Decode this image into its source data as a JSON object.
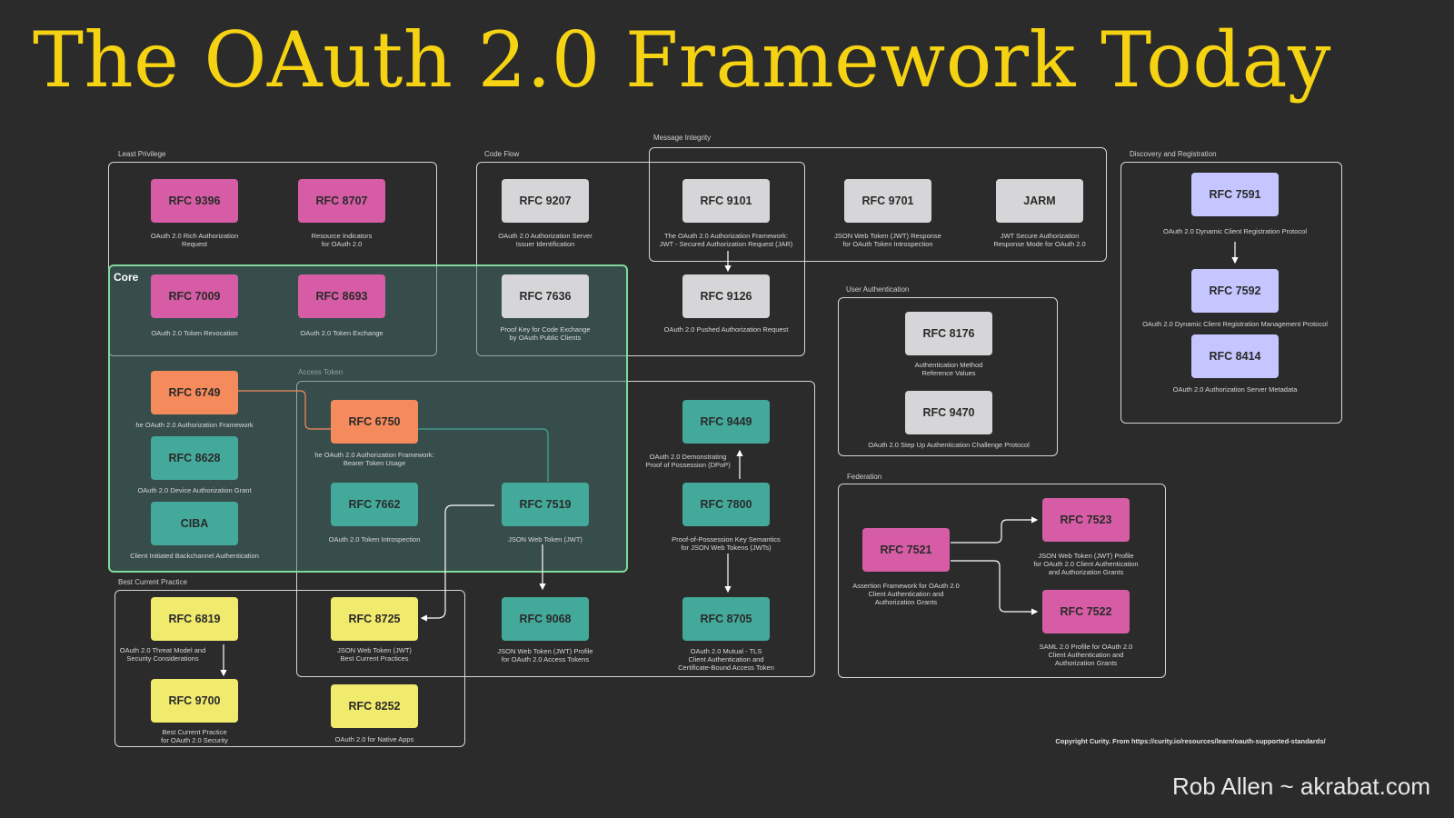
{
  "title": "The OAuth 2.0 Framework Today",
  "groups": {
    "least_privilege": "Least Privilege",
    "code_flow": "Code Flow",
    "message_integrity": "Message Integrity",
    "discovery": "Discovery and Registration",
    "core": "Core",
    "user_auth": "User Authentication",
    "access_token": "Access Token",
    "federation": "Federation",
    "bcp": "Best Current Practice"
  },
  "nodes": {
    "rfc9396": {
      "label": "RFC 9396",
      "desc": [
        "OAuth 2.0 Rich Authorization",
        "Request"
      ]
    },
    "rfc8707": {
      "label": "RFC 8707",
      "desc": [
        "Resource Indicators",
        "for OAuth 2.0"
      ]
    },
    "rfc7009": {
      "label": "RFC 7009",
      "desc": [
        "OAuth 2.0 Token Revocation"
      ]
    },
    "rfc8693": {
      "label": "RFC 8693",
      "desc": [
        "OAuth 2.0 Token Exchange"
      ]
    },
    "rfc9207": {
      "label": "RFC 9207",
      "desc": [
        "OAuth 2.0 Authorization Server",
        "Issuer Identification"
      ]
    },
    "rfc9101": {
      "label": "RFC 9101",
      "desc": [
        "The OAuth 2.0 Authorization Framework:",
        "JWT - Secured Authorization Request (JAR)"
      ]
    },
    "rfc9701": {
      "label": "RFC 9701",
      "desc": [
        "JSON Web Token (JWT) Response",
        "for OAuth Token Introspection"
      ]
    },
    "jarm": {
      "label": "JARM",
      "desc": [
        "JWT Secure Authorization",
        "Response Mode for OAuth 2.0"
      ]
    },
    "rfc7636": {
      "label": "RFC 7636",
      "desc": [
        "Proof Key for Code Exchange",
        "by OAuth Public Clients"
      ]
    },
    "rfc9126": {
      "label": "RFC 9126",
      "desc": [
        "OAuth 2.0 Pushed Authorization Request"
      ]
    },
    "rfc7591": {
      "label": "RFC 7591",
      "desc": [
        "OAuth 2.0 Dynamic Client Registration Protocol"
      ]
    },
    "rfc7592": {
      "label": "RFC 7592",
      "desc": [
        "OAuth 2.0 Dynamic Client Registration Management Protocol"
      ]
    },
    "rfc8414": {
      "label": "RFC 8414",
      "desc": [
        "OAuth 2.0 Authorization Server Metadata"
      ]
    },
    "rfc8176": {
      "label": "RFC 8176",
      "desc": [
        "Authentication Method",
        "Reference Values"
      ]
    },
    "rfc9470": {
      "label": "RFC 9470",
      "desc": [
        "OAuth 2.0 Step Up Authentication Challenge Protocol"
      ]
    },
    "rfc6749": {
      "label": "RFC 6749",
      "desc": [
        "he OAuth 2.0 Authorization Framework"
      ]
    },
    "rfc6750": {
      "label": "RFC 6750",
      "desc": [
        "he OAuth 2.0 Authorization Framework:",
        "Bearer Token Usage"
      ]
    },
    "rfc8628": {
      "label": "RFC 8628",
      "desc": [
        "OAuth 2.0 Device Authorization Grant"
      ]
    },
    "ciba": {
      "label": "CIBA",
      "desc": [
        "Client Initiated Backchannel Authentication"
      ]
    },
    "rfc7662": {
      "label": "RFC 7662",
      "desc": [
        "OAuth 2.0 Token Introspection"
      ]
    },
    "rfc7519": {
      "label": "RFC 7519",
      "desc": [
        "JSON Web Token (JWT)"
      ]
    },
    "rfc9449": {
      "label": "RFC 9449",
      "desc": [
        "OAuth 2.0 Demonstrating",
        "Proof of Possession (DPoP)"
      ]
    },
    "rfc7800": {
      "label": "RFC 7800",
      "desc": [
        "Proof-of-Possession Key Semantics",
        "for JSON Web Tokens (JWTs)"
      ]
    },
    "rfc9068": {
      "label": "RFC 9068",
      "desc": [
        "JSON Web Token (JWT) Profile",
        "for OAuth 2.0 Access Tokens"
      ]
    },
    "rfc8705": {
      "label": "RFC 8705",
      "desc": [
        "OAuth 2.0 Mutual - TLS",
        "Client Authentication and",
        "Certificate-Bound Access Token"
      ]
    },
    "rfc6819": {
      "label": "RFC 6819",
      "desc": [
        "OAuth 2.0 Threat Model and",
        "Security Considerations"
      ]
    },
    "rfc8725": {
      "label": "RFC 8725",
      "desc": [
        "JSON Web Token (JWT)",
        "Best Current Practices"
      ]
    },
    "rfc9700": {
      "label": "RFC 9700",
      "desc": [
        "Best Current Practice",
        "for OAuth 2.0 Security"
      ]
    },
    "rfc8252": {
      "label": "RFC 8252",
      "desc": [
        "OAuth 2.0 for Native Apps"
      ]
    },
    "rfc7521": {
      "label": "RFC 7521",
      "desc": [
        "Assertion Framework for OAuth 2.0",
        "Client Authentication and",
        "Authorization Grants"
      ]
    },
    "rfc7523": {
      "label": "RFC 7523",
      "desc": [
        "JSON Web Token (JWT) Profile",
        "for OAuth 2.0 Client Authentication",
        "and Authorization Grants"
      ]
    },
    "rfc7522": {
      "label": "RFC 7522",
      "desc": [
        "SAML 2.0 Profile for OAuth 2.0",
        "Client Authentication and",
        "Authorization Grants"
      ]
    }
  },
  "credit": "Copyright Curity. From https://curity.io/resources/learn/oauth-supported-standards/",
  "author": "Rob Allen ~ akrabat.com",
  "colors": {
    "background": "#2b2b2b",
    "title": "#f5d312",
    "pink": "#d65da5",
    "gray": "#d6d6d8",
    "orange": "#f58b5c",
    "teal": "#43a99a",
    "yellow": "#f1eb6d",
    "lavender": "#c5c6ff",
    "core_border": "#7ed99a"
  }
}
